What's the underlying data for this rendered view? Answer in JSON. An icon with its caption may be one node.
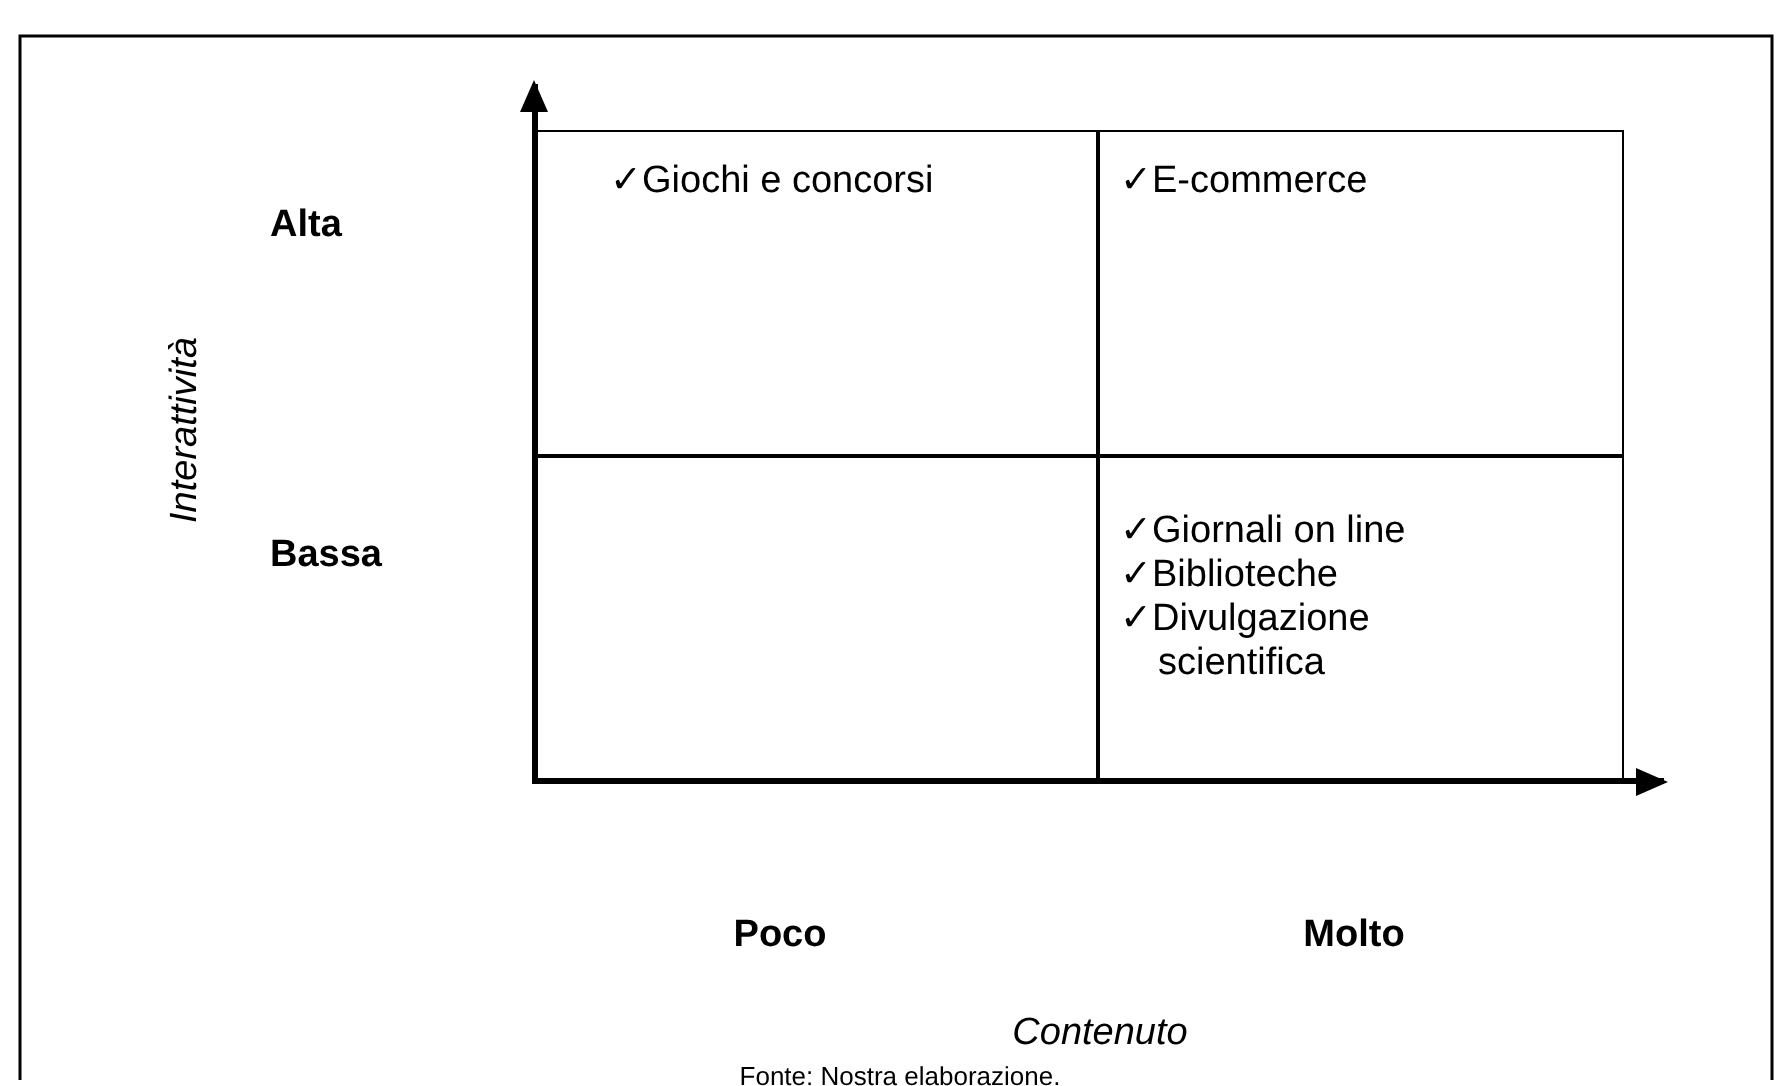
{
  "diagram": {
    "nodes": [
      {
        "text": [
          "✓Giochi e concorsi"
        ]
      },
      {
        "text": [
          "✓E-commerce"
        ]
      },
      {
        "text": [],
        "shape": "box"
      },
      {
        "text": [
          "✓Giornali on line",
          "✓Biblioteche",
          "✓Divulgazione scientifica"
        ]
      }
    ],
    "edges": [],
    "labels": [
      "Interattività",
      "Alta",
      "Bassa",
      "Poco",
      "Molto",
      "Contenuto",
      "Fonte: Nostra elaborazione."
    ]
  }
}
